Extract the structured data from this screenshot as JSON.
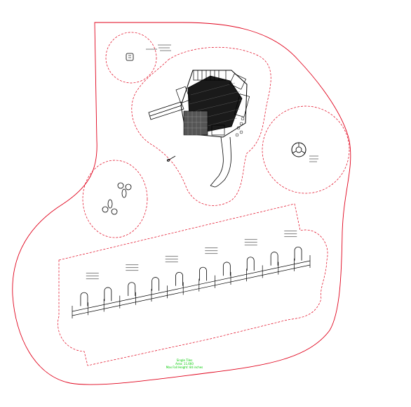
{
  "legend": {
    "line1": "Single Tiles",
    "line2": "Area: 11,660",
    "line3": "Max Fall Height: 84 inches"
  },
  "colors": {
    "boundary": "#e0001a",
    "use_zone": "#e0001a",
    "linework": "#000000",
    "legend_text": "#00cc00"
  }
}
